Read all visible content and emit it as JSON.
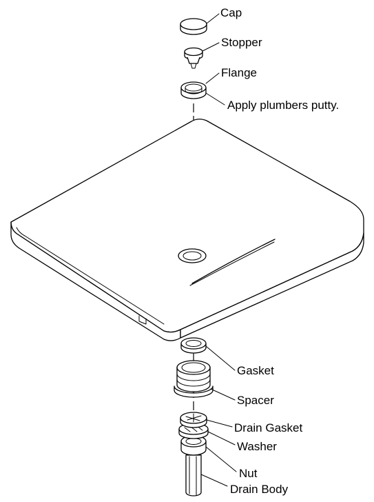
{
  "labels": {
    "cap": "Cap",
    "stopper": "Stopper",
    "flange": "Flange",
    "putty": "Apply plumbers putty.",
    "gasket": "Gasket",
    "spacer": "Spacer",
    "drain_gasket": "Drain Gasket",
    "washer": "Washer",
    "nut": "Nut",
    "drain_body": "Drain Body"
  }
}
